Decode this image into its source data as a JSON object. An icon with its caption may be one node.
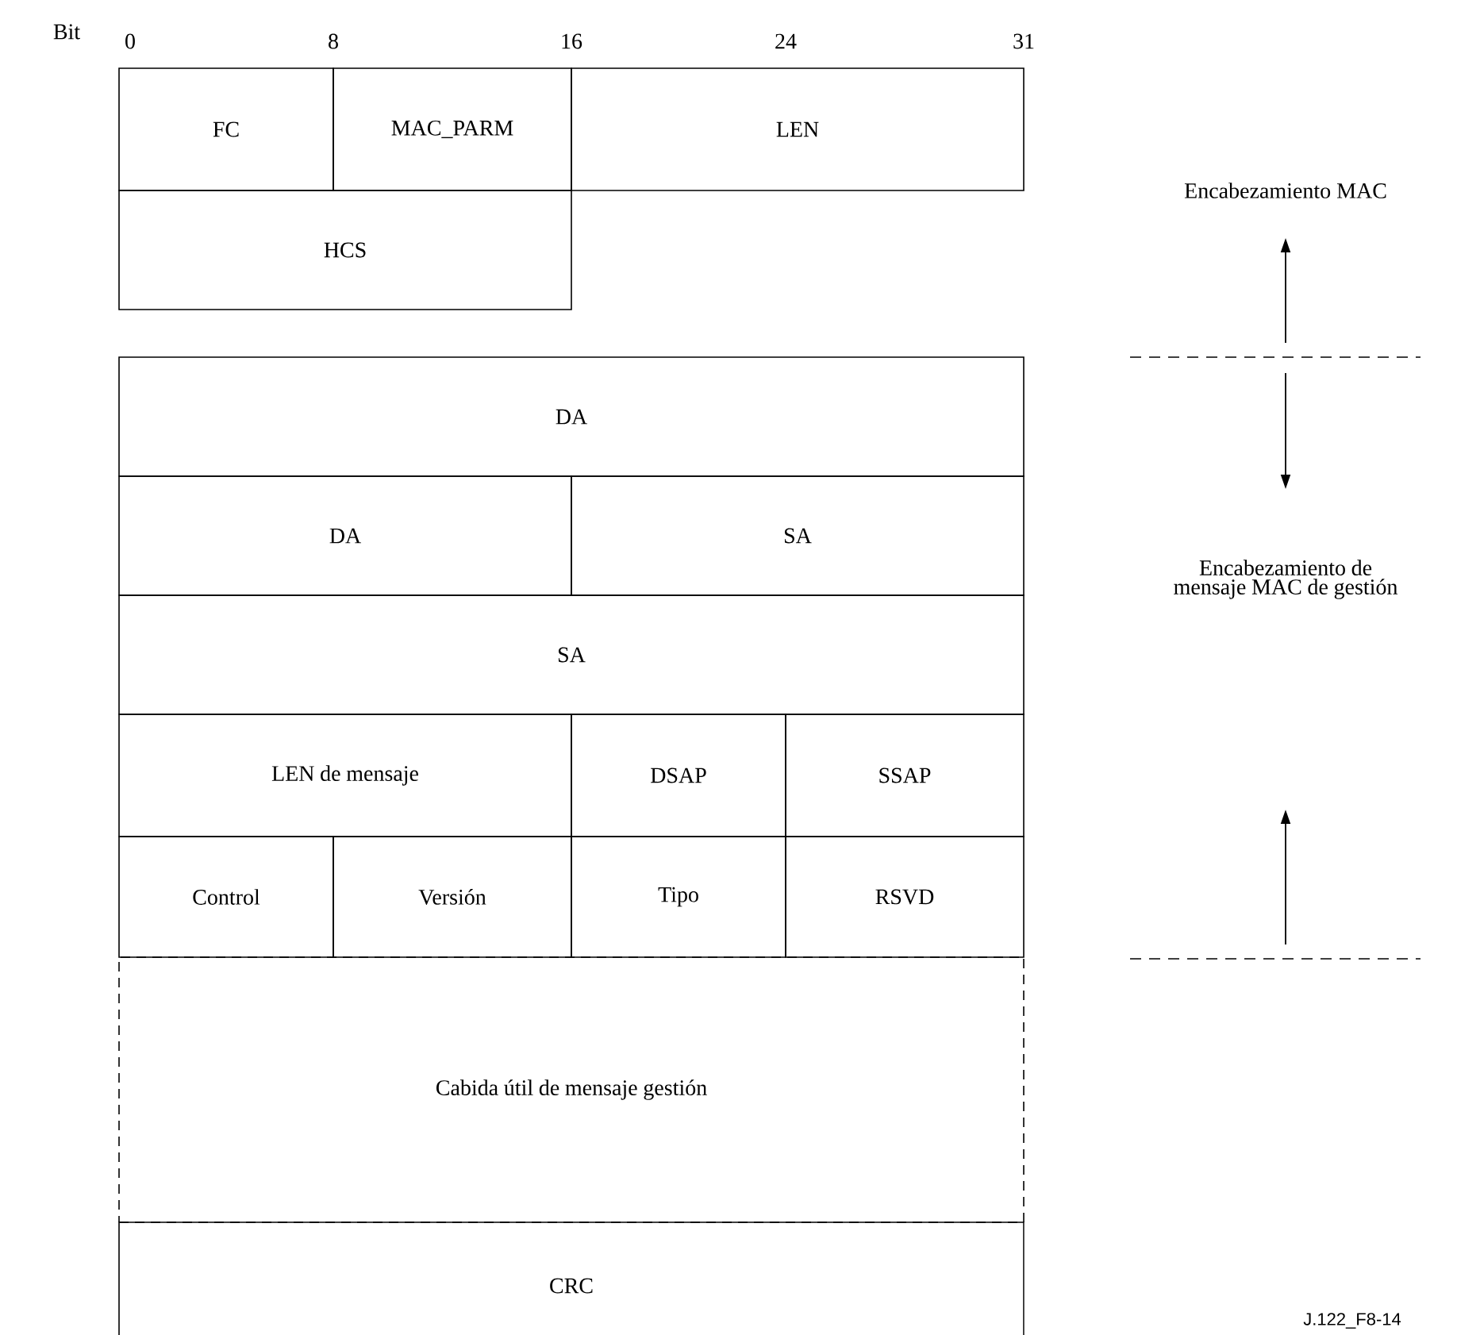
{
  "diagram": {
    "nodes": [
      {
        "text": [
          "FC"
        ]
      },
      {
        "text": [
          "MAC_PARM"
        ]
      },
      {
        "text": [
          "LEN"
        ]
      },
      {
        "text": [
          "HCS"
        ]
      },
      {
        "text": [
          "DA"
        ]
      },
      {
        "text": [
          "DA"
        ]
      },
      {
        "text": [
          "SA"
        ]
      },
      {
        "text": [
          "SA"
        ]
      },
      {
        "text": [
          "LEN de mensaje"
        ]
      },
      {
        "text": [
          "DSAP"
        ]
      },
      {
        "text": [
          "SSAP"
        ]
      },
      {
        "text": [
          "Control"
        ]
      },
      {
        "text": [
          "Versión"
        ]
      },
      {
        "text": [
          "Tipo"
        ]
      },
      {
        "text": [
          "RSVD"
        ]
      },
      {
        "text": [
          "Cabida útil de mensaje gestión"
        ]
      },
      {
        "text": [
          "CRC"
        ]
      }
    ],
    "labels": [
      "Bit",
      "0",
      "8",
      "16",
      "24",
      "31",
      "Encabezamiento MAC",
      "Encabezamiento de mensaje MAC de gestión",
      "J.122_F8-14"
    ]
  }
}
